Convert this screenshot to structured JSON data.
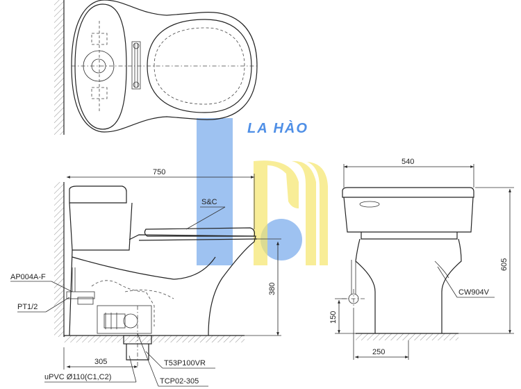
{
  "watermark": {
    "text": "LA HÀO",
    "colors": {
      "blue": "#4f8fe6",
      "yellow": "#f5e56b"
    }
  },
  "dimensions": {
    "top_width": "750",
    "seat_height": "380",
    "rough_in": "305",
    "front_width": "540",
    "total_height": "605",
    "supply_height": "150",
    "supply_offset": "250"
  },
  "callouts": {
    "seat": "S&C",
    "fill_valve": "AP004A-F",
    "inlet": "PT1/2",
    "flange": "T53P100VR",
    "pipe": "uPVC Ø110(C1,C2)",
    "connector": "TCP02-305",
    "supply_hose": "CW904V"
  }
}
